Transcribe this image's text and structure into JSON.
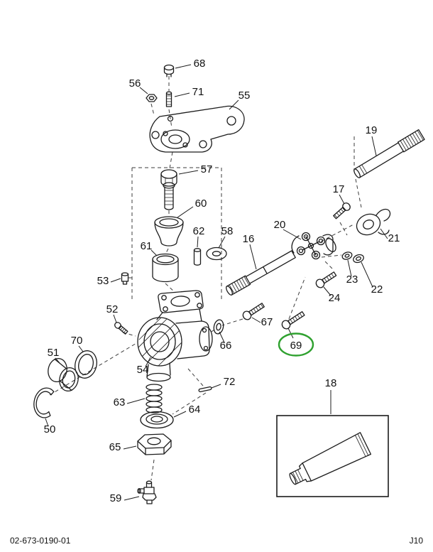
{
  "page": {
    "footer_left": "02-673-0190-01",
    "footer_right": "J10"
  },
  "highlight": {
    "part": "69",
    "color": "#2fa12f"
  },
  "callouts": {
    "c16": "16",
    "c17": "17",
    "c18": "18",
    "c19": "19",
    "c20": "20",
    "c21": "21",
    "c22": "22",
    "c23": "23",
    "c24": "24",
    "c50": "50",
    "c51": "51",
    "c52": "52",
    "c53": "53",
    "c54": "54",
    "c55": "55",
    "c56": "56",
    "c57": "57",
    "c58": "58",
    "c59": "59",
    "c60": "60",
    "c61": "61",
    "c62": "62",
    "c63": "63",
    "c64": "64",
    "c65": "65",
    "c66": "66",
    "c67": "67",
    "c68": "68",
    "c69": "69",
    "c70": "70",
    "c71": "71",
    "c72": "72"
  }
}
